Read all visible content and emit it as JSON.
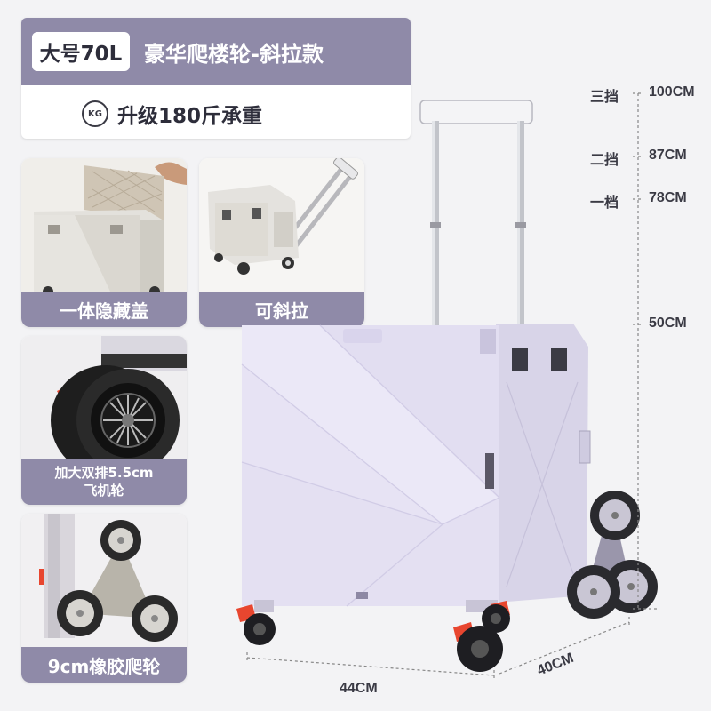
{
  "header": {
    "size_tag": "大号70L",
    "model": "豪华爬楼轮-斜拉款",
    "kg_icon_text": "KG",
    "load_capacity": "升级180斤承重"
  },
  "features": [
    {
      "caption": "一体隐藏盖"
    },
    {
      "caption": "可斜拉"
    },
    {
      "caption_line1": "加大双排5.5cm",
      "caption_line2": "飞机轮"
    },
    {
      "caption": "9cm橡胶爬轮"
    }
  ],
  "handle_heights": [
    {
      "gear": "三挡",
      "height": "100CM"
    },
    {
      "gear": "二挡",
      "height": "87CM"
    },
    {
      "gear": "一档",
      "height": "78CM"
    }
  ],
  "dimensions": {
    "box_height": "50CM",
    "width": "44CM",
    "depth": "40CM"
  },
  "colors": {
    "accent": "#8f8aa8",
    "cart_body": "#e7e3f4",
    "cart_side": "#d9d5e8",
    "wheel_accent": "#e8462f"
  }
}
